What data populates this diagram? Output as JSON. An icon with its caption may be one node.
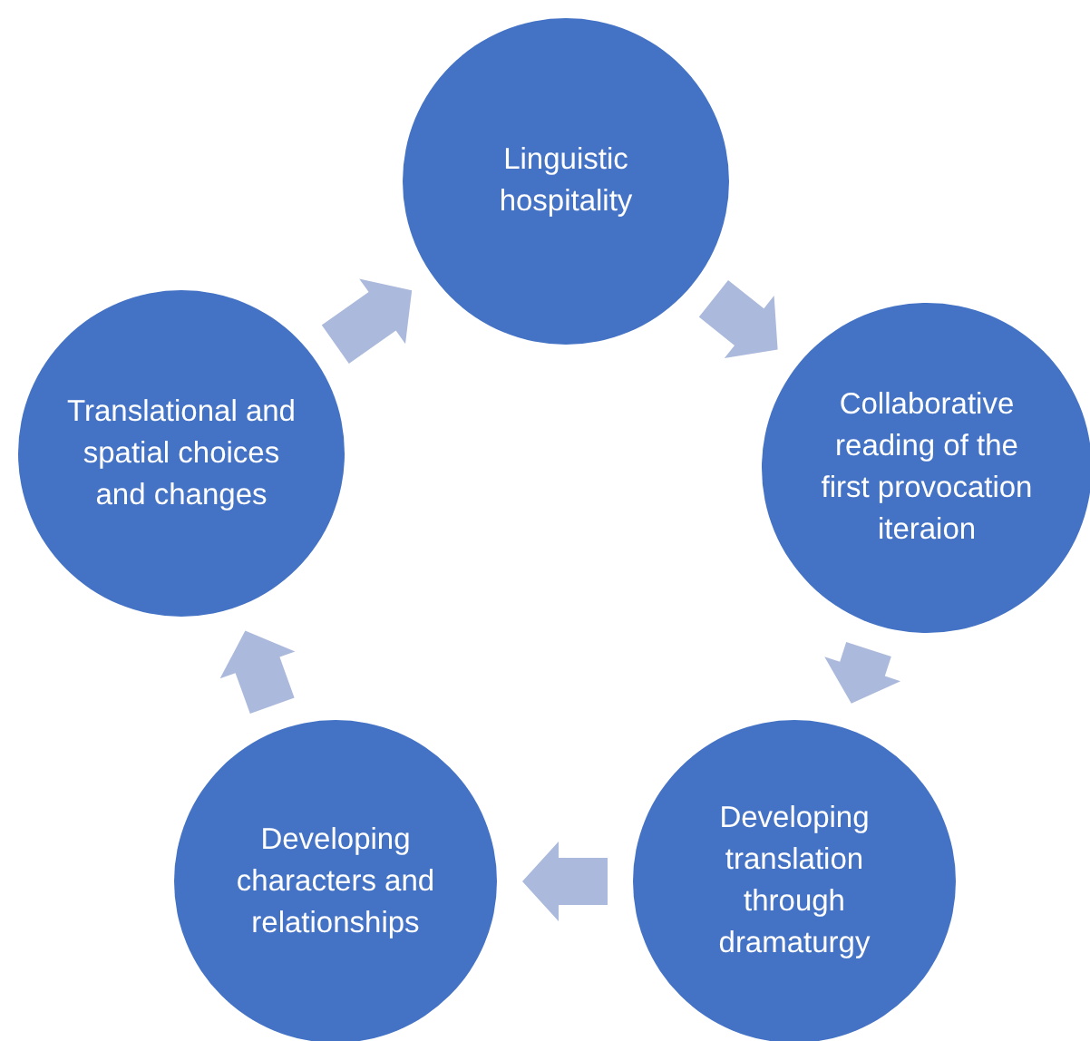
{
  "diagram": {
    "nodes": [
      {
        "text": [
          "Linguistic hospitality"
        ]
      },
      {
        "text": [
          "Collaborative reading of the first provocation iteraion"
        ]
      },
      {
        "text": [
          "Developing translation through dramaturgy"
        ]
      },
      {
        "text": [
          "Developing characters and relationships"
        ]
      },
      {
        "text": [
          "Translational and spatial choices and changes"
        ]
      }
    ],
    "edges": [
      {
        "from": 0,
        "to": 1,
        "arrow": "to"
      },
      {
        "from": 1,
        "to": 2,
        "arrow": "to"
      },
      {
        "from": 2,
        "to": 3,
        "arrow": "to"
      },
      {
        "from": 3,
        "to": 4,
        "arrow": "to"
      },
      {
        "from": 4,
        "to": 0,
        "arrow": "to"
      }
    ]
  }
}
